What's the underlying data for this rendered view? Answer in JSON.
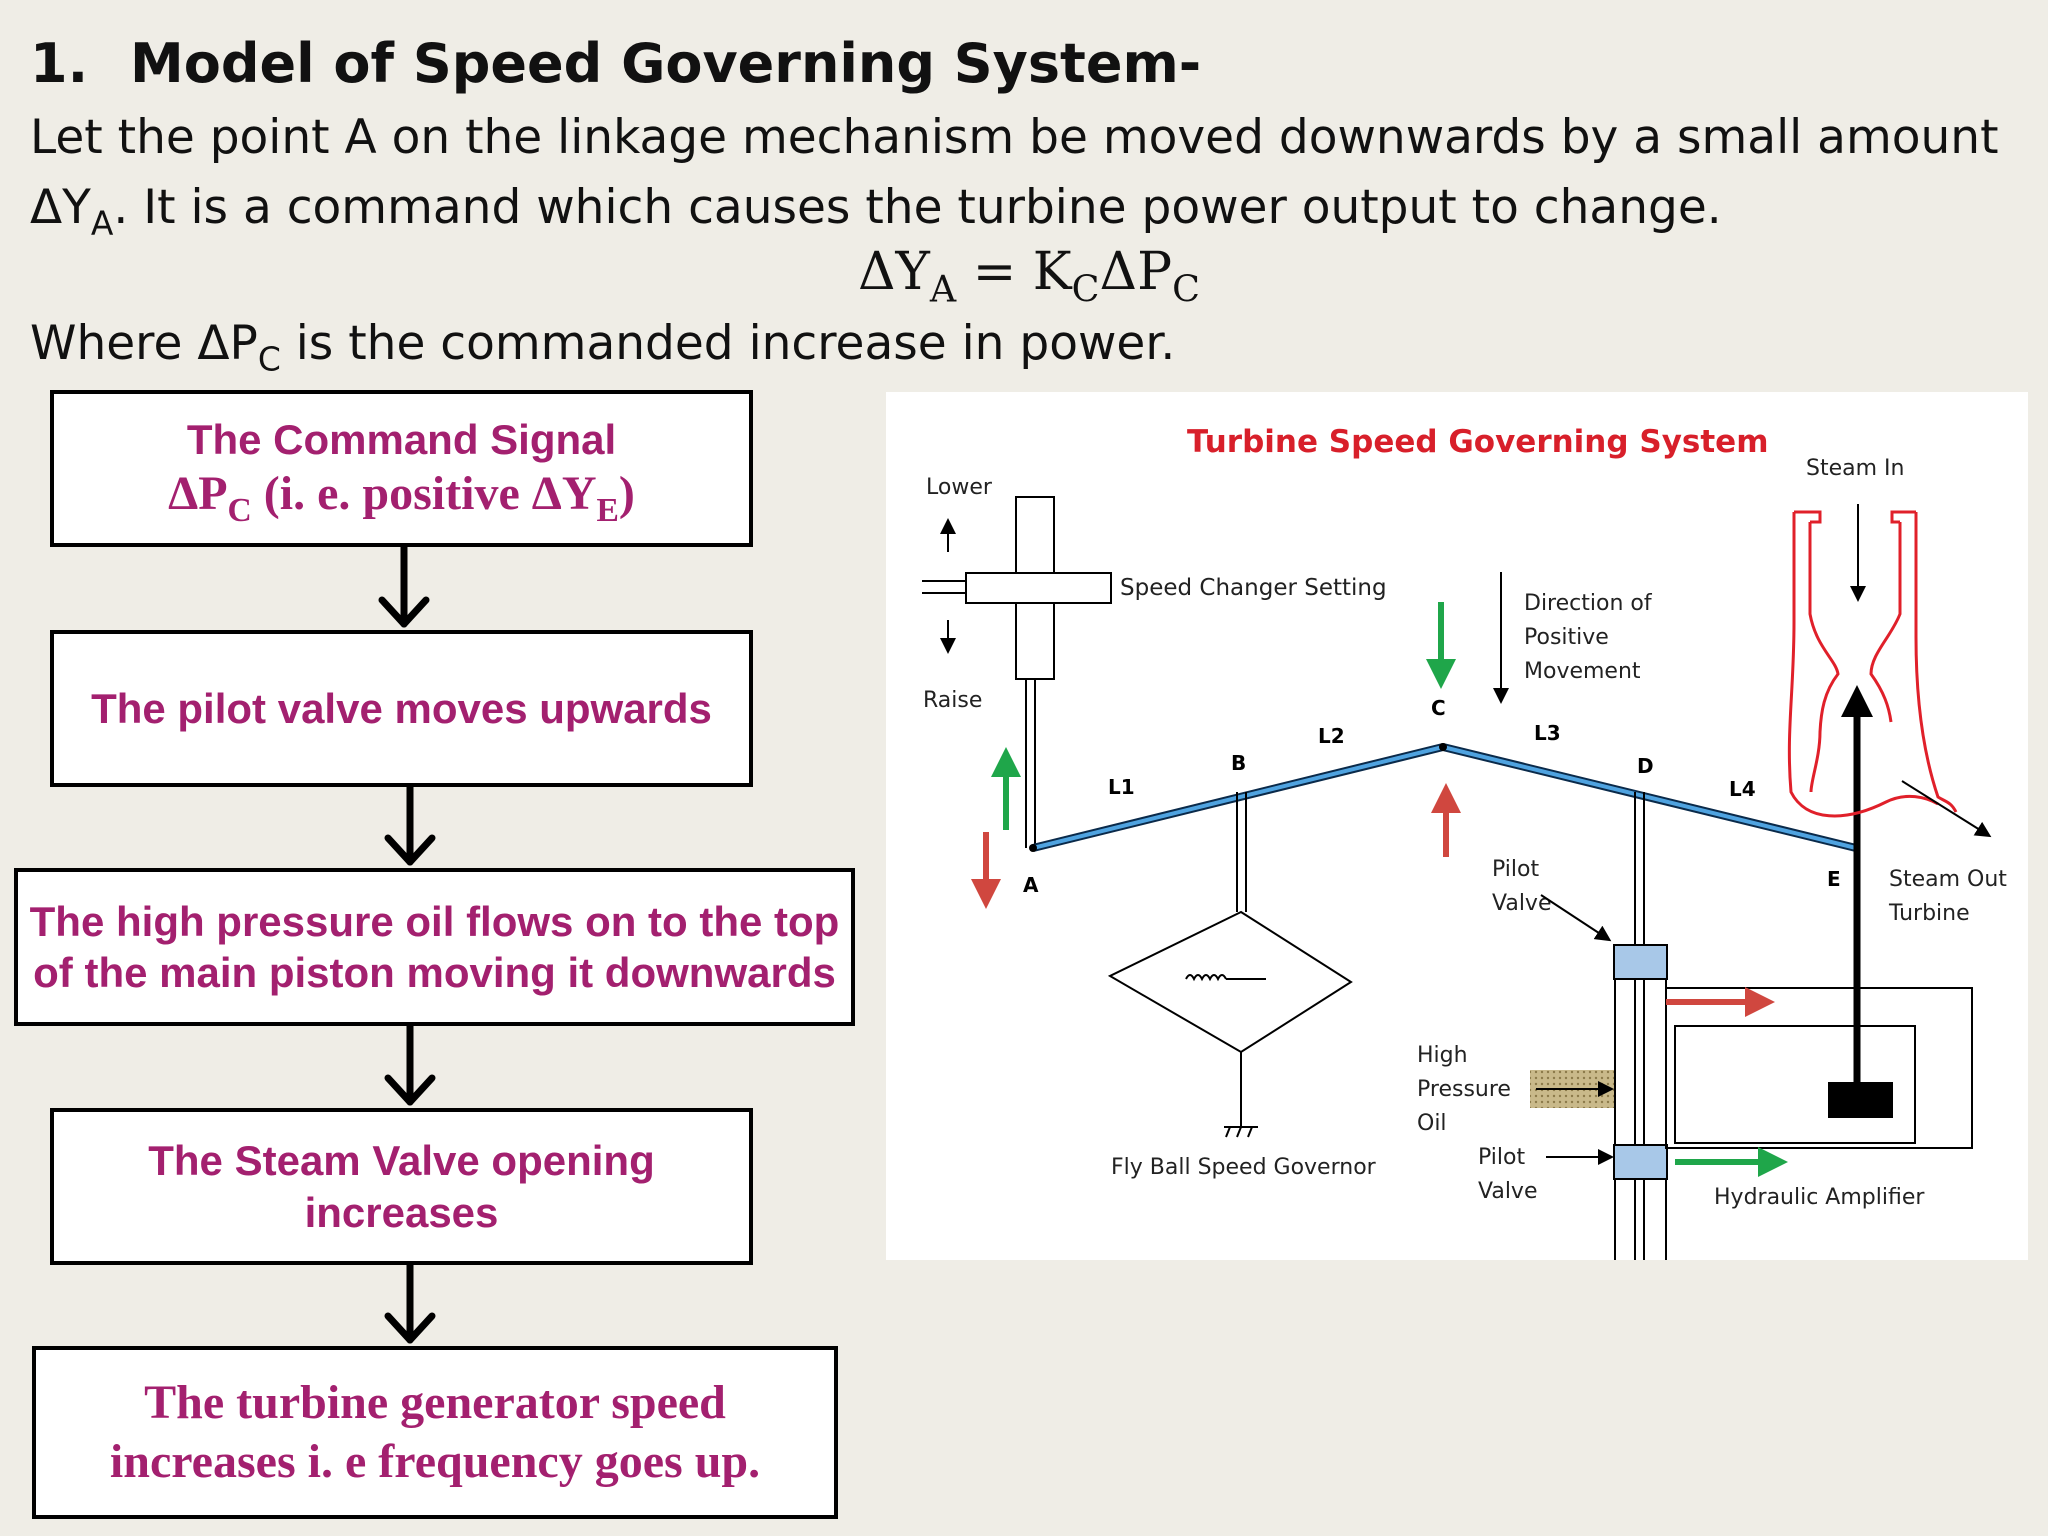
{
  "heading": {
    "number": "1.",
    "text": "Model of Speed Governing System-"
  },
  "intro": {
    "line1": "Let the point A on the linkage mechanism be moved downwards by a small amount",
    "line2_prefix": "ΔY",
    "line2_sub": "A",
    "line2_rest": ". It is a command which causes the turbine power output to change."
  },
  "equation": {
    "a": "ΔY",
    "a_sub": "A",
    "eq": " = K",
    "k_sub": "C",
    "b": "ΔP",
    "b_sub": "C"
  },
  "where": {
    "prefix": "Where ΔP",
    "sub": "C",
    "rest": " is the commanded increase in power."
  },
  "flow": {
    "box1": {
      "line1": "The Command Signal",
      "p": "ΔP",
      "p_sub": "C",
      "mid": " (i. e. positive ΔY",
      "e_sub": "E",
      "end": ")"
    },
    "box2": "The pilot valve moves upwards",
    "box3": {
      "line1": "The high pressure oil flows on to the top",
      "line2": "of the main piston moving it downwards"
    },
    "box4": {
      "line1": "The Steam Valve opening",
      "line2": "increases"
    },
    "box5": {
      "line1": "The turbine generator speed",
      "line2": "increases i. e frequency goes up."
    }
  },
  "diagram": {
    "title": "Turbine Speed Governing System",
    "lower": "Lower",
    "raise": "Raise",
    "speed_changer": "Speed Changer Setting",
    "direction": [
      "Direction of",
      "Positive",
      "Movement"
    ],
    "steam_in": "Steam In",
    "steam_out": [
      "Steam Out",
      "Turbine"
    ],
    "points": {
      "a": "A",
      "b": "B",
      "c": "C",
      "d": "D",
      "e": "E"
    },
    "links": {
      "l1": "L1",
      "l2": "L2",
      "l3": "L3",
      "l4": "L4"
    },
    "pilot_valve_top": [
      "Pilot",
      "Valve"
    ],
    "pilot_valve_bottom": [
      "Pilot",
      "Valve"
    ],
    "hp_oil": [
      "High",
      "Pressure",
      "Oil"
    ],
    "governor": "Fly Ball Speed Governor",
    "amplifier": "Hydraulic Amplifier",
    "colors": {
      "title": "#d81f2a",
      "link": "#1f78c1",
      "red": "#d0473f",
      "green": "#1fa64a",
      "steam": "#e0202a"
    }
  }
}
